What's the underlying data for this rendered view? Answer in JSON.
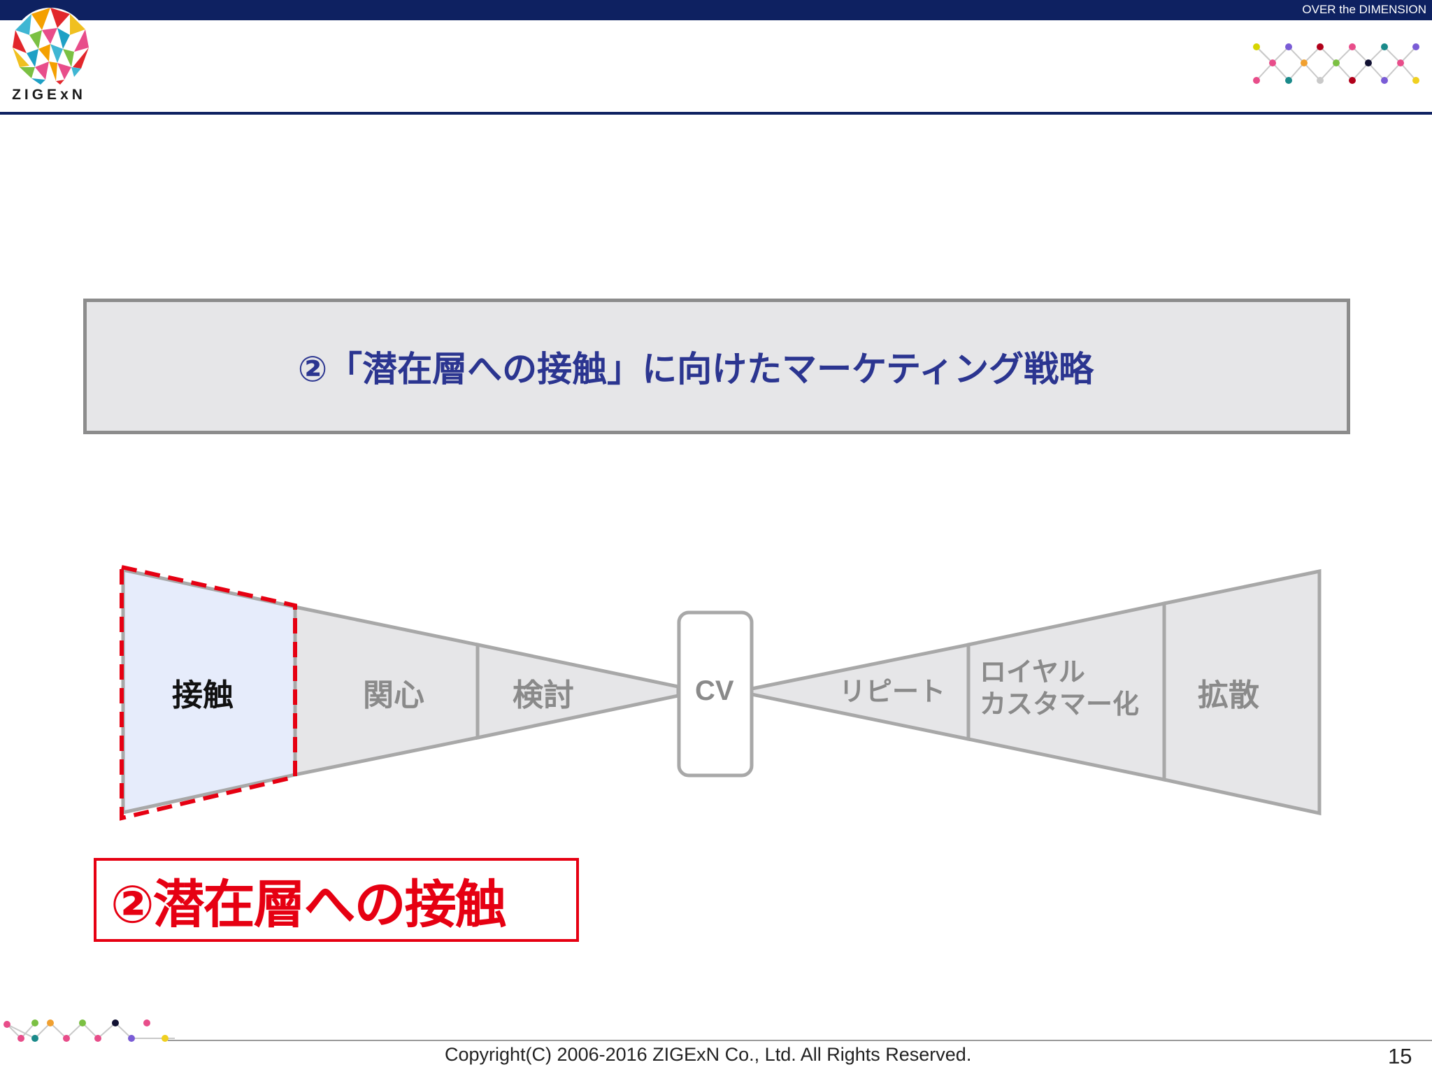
{
  "header": {
    "tagline": "OVER the DIMENSION",
    "logo_text": "ZIGExN"
  },
  "title": "②「潜在層への接触」に向けたマーケティング戦略",
  "funnel": {
    "stages_left": [
      "接触",
      "関心",
      "検討"
    ],
    "center": "CV",
    "stages_right": [
      "リピート",
      "ロイヤル\nカスタマー化",
      "拡散"
    ],
    "active_stage": "接触",
    "royal_line1": "ロイヤル",
    "royal_line2": "カスタマー化"
  },
  "highlight": "②潜在層への接触",
  "footer": {
    "copyright": "Copyright(C) 2006-2016 ZIGExN Co., Ltd. All Rights Reserved.",
    "page": "15"
  },
  "colors": {
    "navy": "#0e2161",
    "title_text": "#2b3590",
    "accent_red": "#e60012",
    "funnel_fill": "#e6e6e8",
    "funnel_active_fill": "#e6ecfb",
    "funnel_stroke": "#a8a8a8"
  }
}
